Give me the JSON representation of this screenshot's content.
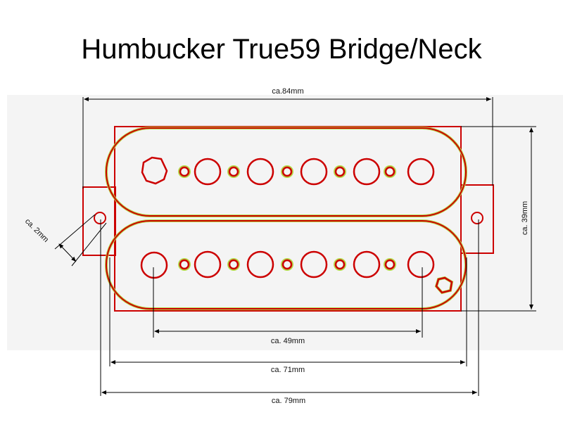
{
  "title": "Humbucker True59 Bridge/Neck",
  "dimensions": {
    "overall_width": "ca.84mm",
    "height": "ca. 39mm",
    "hole_diameter": "ca. 2mm",
    "pole_span": "ca. 49mm",
    "coil_width": "ca. 71mm",
    "mount_hole_spacing": "ca. 79mm"
  },
  "colors": {
    "outline": "#cc0000",
    "dimension_line": "#000000",
    "background_panel": "#f4f4f4",
    "pole_highlight": "#b6d94a"
  }
}
